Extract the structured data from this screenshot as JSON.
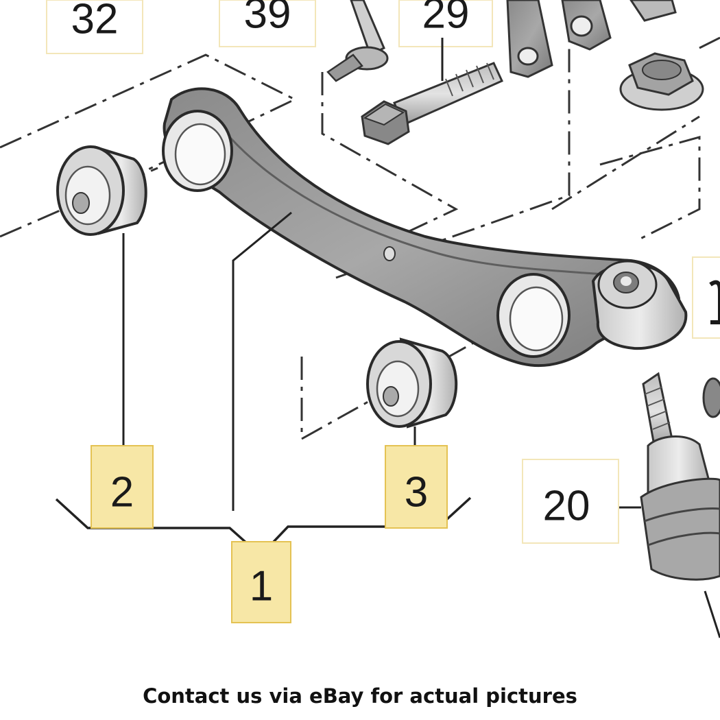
{
  "callouts": {
    "c32": "32",
    "c39": "39",
    "c29": "29",
    "c2": "2",
    "c3": "3",
    "c1": "1",
    "c20": "20"
  },
  "highlighted_callouts": [
    "1",
    "2",
    "3"
  ],
  "colors": {
    "highlight_fill": "#f7e7a6",
    "highlight_border": "#e4c253",
    "plain_box_border": "#f3e6b9",
    "line": "#222222",
    "part_dark": "#7e7e7e",
    "part_light": "#d4d4d4"
  },
  "caption": "Contact us via eBay for actual pictures"
}
